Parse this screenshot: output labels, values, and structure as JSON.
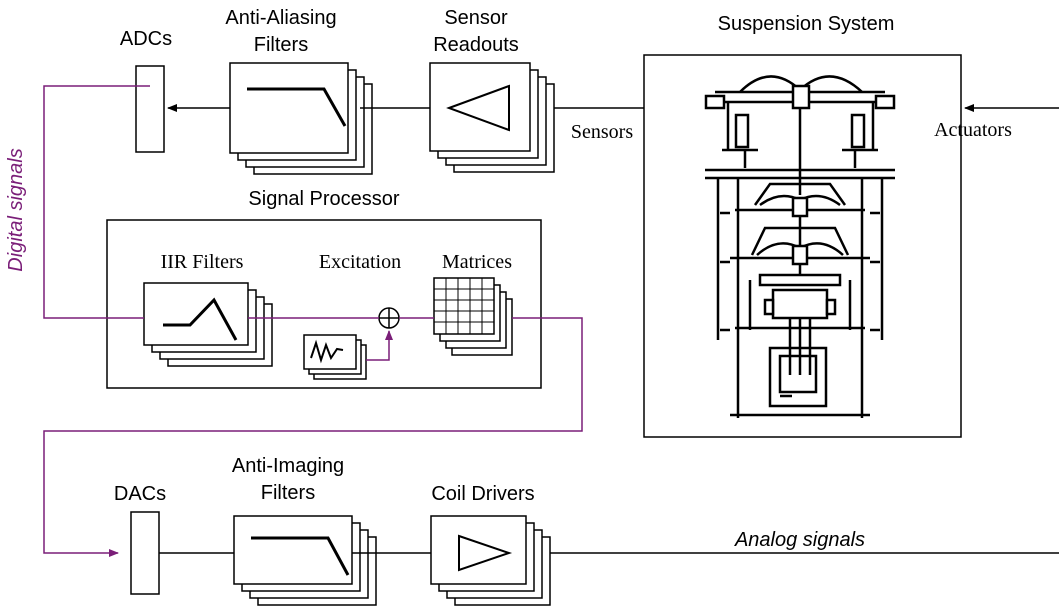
{
  "labels": {
    "adcs": "ADCs",
    "anti_aliasing_1": "Anti-Aliasing",
    "anti_aliasing_2": "Filters",
    "sensor_readouts_1": "Sensor",
    "sensor_readouts_2": "Readouts",
    "suspension_system": "Suspension System",
    "sensors": "Sensors",
    "actuators": "Actuators",
    "signal_processor": "Signal Processor",
    "iir_filters": "IIR Filters",
    "excitation": "Excitation",
    "matrices": "Matrices",
    "digital_signals": "Digital signals",
    "dacs": "DACs",
    "anti_imaging_1": "Anti-Imaging",
    "anti_imaging_2": "Filters",
    "coil_drivers": "Coil Drivers",
    "analog_signals": "Analog signals"
  },
  "colors": {
    "digital_path": "#7a1e78",
    "line": "#000000"
  }
}
